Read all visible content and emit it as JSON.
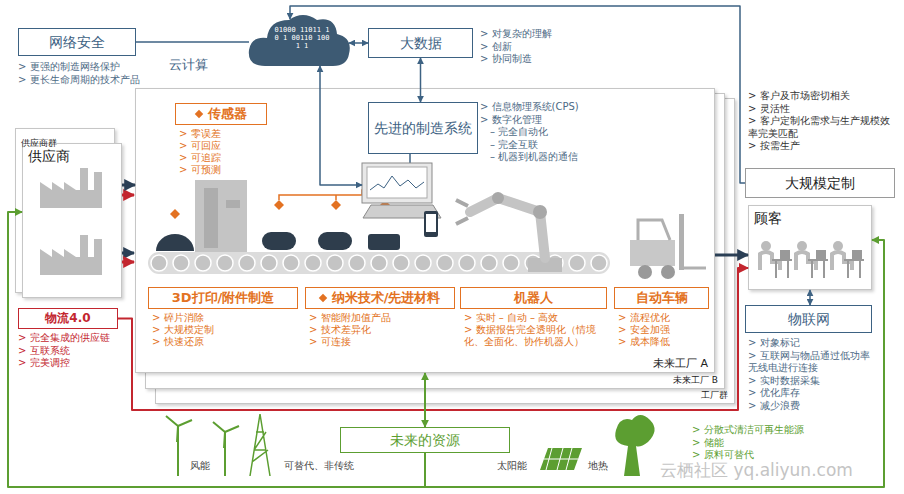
{
  "diagram": {
    "nodes": [
      {
        "text": [
          "网络安全"
        ]
      },
      {
        "text": [
          "云计算",
          "01000 11011 1 0 1 00110 1001 1"
        ]
      },
      {
        "text": [
          "大数据"
        ]
      },
      {
        "text": [
          "工厂群"
        ]
      },
      {
        "text": [
          "未来工厂 B"
        ]
      },
      {
        "text": [
          "未来工厂 A"
        ]
      },
      {
        "text": [
          "先进的制造系统"
        ],
        "in": 5
      },
      {
        "text": [
          "传感器",
          "> 零误差",
          "> 可回应",
          "> 可追踪",
          "> 可预测"
        ],
        "in": 5
      },
      {
        "text": [
          "3D打印/附件制造",
          "> 碎片消除",
          "> 大规模定制",
          "> 快速还原"
        ],
        "in": 5
      },
      {
        "text": [
          "纳米技术/先进材料",
          "> 智能附加值产品",
          "> 技术差异化",
          "> 可连接"
        ],
        "in": 5
      },
      {
        "text": [
          "机器人",
          "> 实时 – 自动 – 高效",
          "> 数据报告完全透明化（情境化、全面化、协作机器人）"
        ],
        "in": 5
      },
      {
        "text": [
          "自动车辆",
          "> 流程优化",
          "> 安全加强",
          "> 成本降低"
        ],
        "in": 5
      },
      {
        "text": [
          "供应商群"
        ]
      },
      {
        "text": [
          "供应商"
        ]
      },
      {
        "text": [
          "物流4.0"
        ]
      },
      {
        "text": [
          "大规模定制"
        ]
      },
      {
        "text": [
          "顾客"
        ]
      },
      {
        "text": [
          "物联网"
        ]
      },
      {
        "text": [
          "未来的资源"
        ]
      }
    ],
    "edges": [
      {
        "from": 0,
        "to": 1,
        "arrow": "none"
      },
      {
        "from": 2,
        "to": 1,
        "arrow": "both"
      },
      {
        "from": 2,
        "to": 6,
        "arrow": "both"
      },
      {
        "from": 1,
        "to": 5,
        "arrow": "both"
      },
      {
        "from": 15,
        "to": 1,
        "arrow": "to"
      },
      {
        "from": 13,
        "to": 5,
        "arrow": "to"
      },
      {
        "from": 5,
        "to": 16,
        "arrow": "to"
      },
      {
        "from": 16,
        "to": 17,
        "arrow": "both"
      },
      {
        "from": 14,
        "to": 16,
        "arrow": "to"
      },
      {
        "from": 18,
        "to": 5,
        "arrow": "both"
      },
      {
        "from": 18,
        "to": 13,
        "arrow": "to"
      },
      {
        "from": 18,
        "to": 16,
        "arrow": "to"
      }
    ],
    "labels": [
      "> 更强的制造网络保护",
      "> 更长生命周期的技术产品",
      "> 对复杂的理解",
      "> 创新",
      "> 协同制造",
      "> 信息物理系统(CPS)",
      "> 数字化管理",
      "– 完全自动化",
      "– 完全互联",
      "– 机器到机器的通信",
      "> 客户及市场密切相关",
      "> 灵活性",
      "> 客户定制化需求与生产规模效率完美匹配",
      "> 按需生产",
      "> 完全集成的供应链",
      "> 互联系统",
      "> 完美调控",
      "> 对象标记",
      "> 互联网与物品通过低功率无线电进行连接",
      "> 实时数据采集",
      "> 优化库存",
      "> 减少浪费",
      "> 分散式清洁可再生能源",
      "> 储能",
      "> 原料可替代",
      "风能",
      "可替代、非传统",
      "太阳能",
      "地热",
      "云栖社区 yq.aliyun.com"
    ]
  }
}
